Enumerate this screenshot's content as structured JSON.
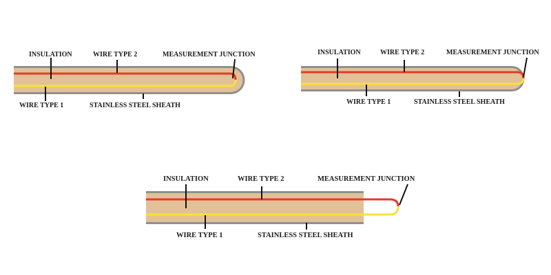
{
  "colors": {
    "sheath": "#8f8f8f",
    "insulation": "#e3c196",
    "wire_type_1": "#f6e23c",
    "wire_type_2": "#e23b2b",
    "leader": "#111111",
    "label": "#1a1a1a",
    "background": "#ffffff"
  },
  "diagrams": [
    {
      "name": "grounded-junction",
      "labels": {
        "insulation": "INSULATION",
        "wire_type_2": "WIRE TYPE 2",
        "junction": "MEASUREMENT JUNCTION",
        "wire_type_1": "WIRE TYPE 1",
        "sheath": "STAINLESS STEEL SHEATH"
      }
    },
    {
      "name": "ungrounded-junction",
      "labels": {
        "insulation": "INSULATION",
        "wire_type_2": "WIRE TYPE 2",
        "junction": "MEASUREMENT JUNCTION",
        "wire_type_1": "WIRE TYPE 1",
        "sheath": "STAINLESS STEEL SHEATH"
      }
    },
    {
      "name": "exposed-junction",
      "labels": {
        "insulation": "INSULATION",
        "wire_type_2": "WIRE TYPE 2",
        "junction": "MEASUREMENT JUNCTION",
        "wire_type_1": "WIRE TYPE 1",
        "sheath": "STAINLESS STEEL SHEATH"
      }
    }
  ]
}
